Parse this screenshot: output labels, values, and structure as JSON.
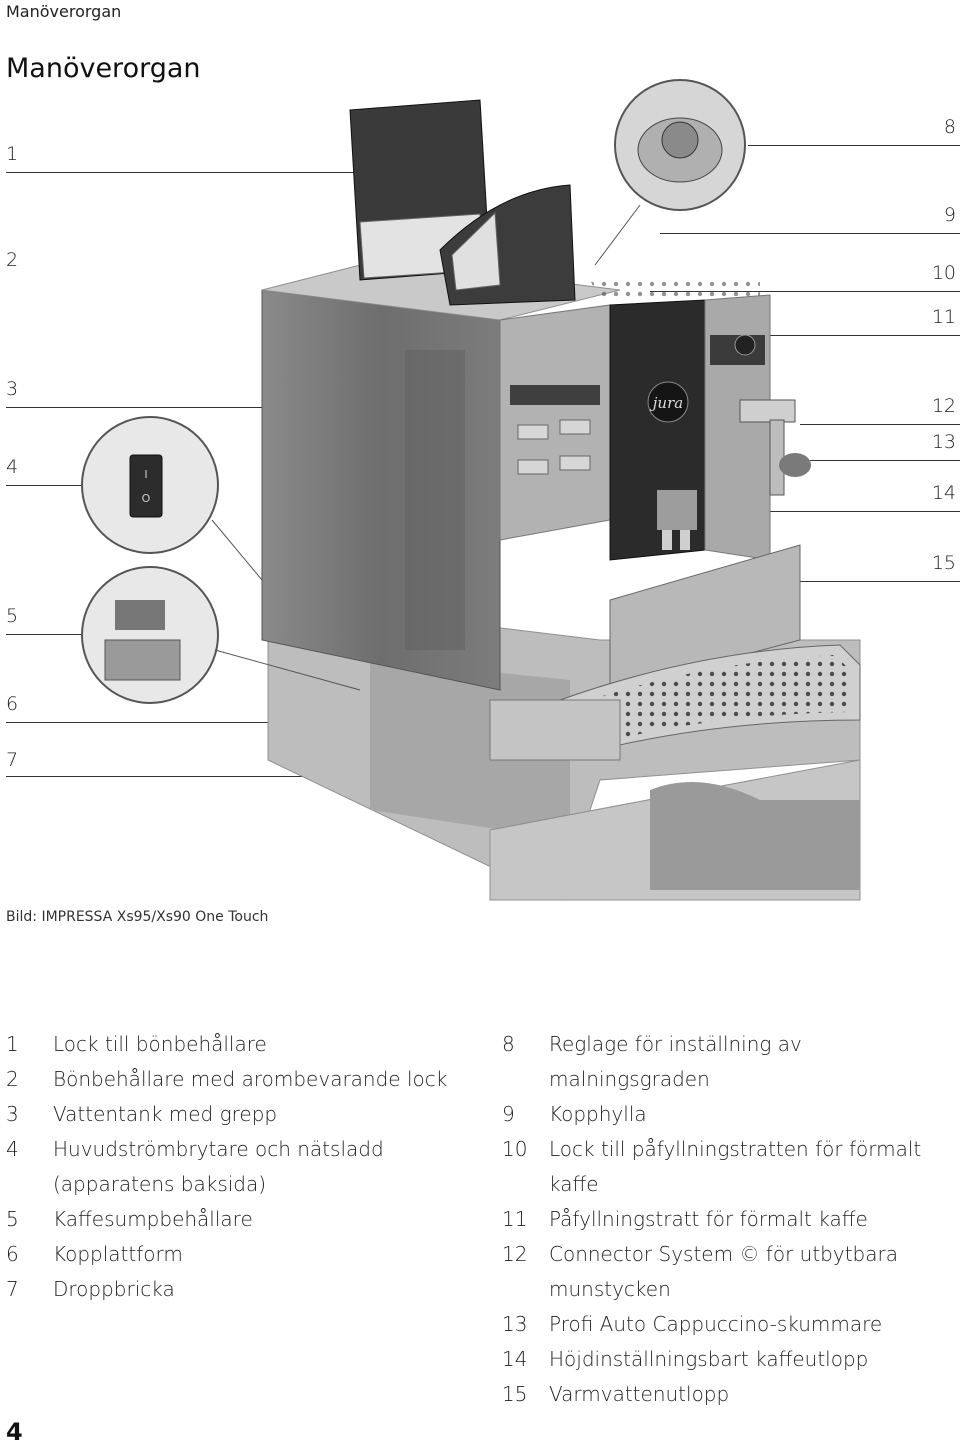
{
  "running_head": "Manöverorgan",
  "title": "Manöverorgan",
  "left_callouts": [
    "1",
    "2",
    "3",
    "4",
    "5",
    "6",
    "7"
  ],
  "right_callouts": [
    "8",
    "9",
    "10",
    "11",
    "12",
    "13",
    "14",
    "15"
  ],
  "illustration": {
    "brand_logo": "jura",
    "switch_labels": [
      "I",
      "O"
    ]
  },
  "caption": "Bild: IMPRESSA Xs95/Xs90 One Touch",
  "legend_left": [
    {
      "num": "1",
      "text": "Lock till bönbehållare"
    },
    {
      "num": "2",
      "text": "Bönbehållare med arombevarande lock"
    },
    {
      "num": "3",
      "text": "Vattentank med grepp"
    },
    {
      "num": "4",
      "text": "Huvudströmbrytare och nätsladd\n(apparatens baksida)"
    },
    {
      "num": "5",
      "text": "Kaffesumpbehållare"
    },
    {
      "num": "6",
      "text": "Kopplattform"
    },
    {
      "num": "7",
      "text": "Droppbricka"
    }
  ],
  "legend_right": [
    {
      "num": "8",
      "text": "Reglage för inställning av malningsgraden"
    },
    {
      "num": "9",
      "text": "Kopphylla"
    },
    {
      "num": "10",
      "text": "Lock till påfyllningstratten för förmalt kaffe"
    },
    {
      "num": "11",
      "text": "Påfyllningstratt för förmalt kaffe"
    },
    {
      "num": "12",
      "text": "Connector System © för utbytbara\nmunstycken"
    },
    {
      "num": "13",
      "text": "Profi Auto Cappuccino-skummare"
    },
    {
      "num": "14",
      "text": "Höjdinställningsbart kaffeutlopp"
    },
    {
      "num": "15",
      "text": "Varmvattenutlopp"
    }
  ],
  "page_number": "4"
}
